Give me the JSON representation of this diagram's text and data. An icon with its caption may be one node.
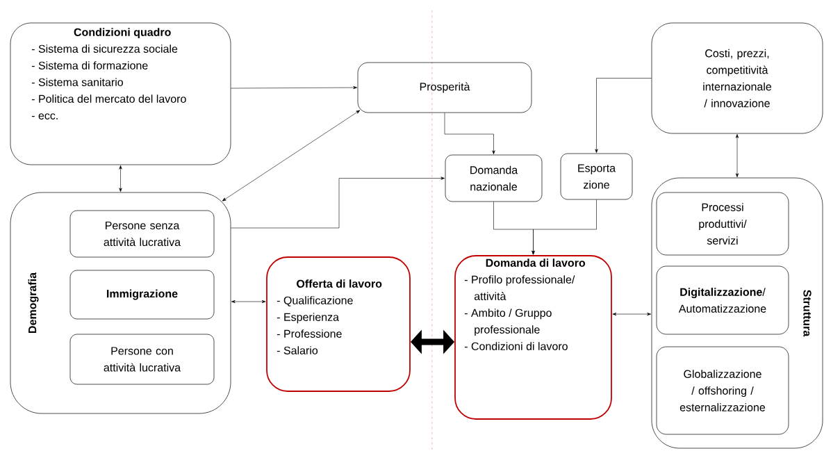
{
  "diagram": {
    "nodes": [
      {
        "text": [
          "Condizioni quadro",
          "- Sistema di sicurezza sociale",
          "- Sistema di formazione",
          "- Sistema sanitario",
          "- Politica del mercato del lavoro",
          "- ecc."
        ]
      },
      {
        "text": [
          "Prosperità"
        ]
      },
      {
        "text": [
          "Costi, prezzi, competitività internazionale / innovazione"
        ]
      },
      {
        "text": [
          "Demografia"
        ]
      },
      {
        "text": [
          "Persone senza attività lucrativa"
        ],
        "in": 3
      },
      {
        "text": [
          "Immigrazione"
        ],
        "in": 3
      },
      {
        "text": [
          "Persone con attività lucrativa"
        ],
        "in": 3
      },
      {
        "text": [
          "Domanda nazionale"
        ]
      },
      {
        "text": [
          "Esporta zione"
        ]
      },
      {
        "text": [
          "Offerta di lavoro",
          "- Qualificazione",
          "- Esperienza",
          "- Professione",
          "- Salario"
        ]
      },
      {
        "text": [
          "Domanda di lavoro",
          "- Profilo professionale/ attività",
          "- Ambito / Gruppo professionale",
          "- Condizioni di lavoro"
        ]
      },
      {
        "text": [
          "Struttura"
        ]
      },
      {
        "text": [
          "Processi produttivi/ servizi"
        ],
        "in": 11
      },
      {
        "text": [
          "**Digitalizzazione**/ Automatizzazione"
        ],
        "in": 11
      },
      {
        "text": [
          "Globalizzazione / offshoring / esternalizzazione"
        ],
        "in": 11
      }
    ],
    "edges": [
      {
        "from": 0,
        "to": 1,
        "arrow": "to"
      },
      {
        "from": 0,
        "to": 3,
        "arrow": "both"
      },
      {
        "from": 1,
        "to": 3,
        "arrow": "both"
      },
      {
        "from": 1,
        "to": 7,
        "arrow": "to"
      },
      {
        "from": 2,
        "to": 8,
        "arrow": "to"
      },
      {
        "from": 2,
        "to": 11,
        "arrow": "both"
      },
      {
        "from": 3,
        "to": 7,
        "arrow": "to"
      },
      {
        "from": 7,
        "to": 10,
        "arrow": "to"
      },
      {
        "from": 8,
        "to": 10,
        "arrow": "to"
      },
      {
        "from": 3,
        "to": 9,
        "arrow": "both"
      },
      {
        "from": 9,
        "to": 10,
        "arrow": "both",
        "style": "thick"
      },
      {
        "from": 10,
        "to": 11,
        "arrow": "both"
      }
    ]
  }
}
